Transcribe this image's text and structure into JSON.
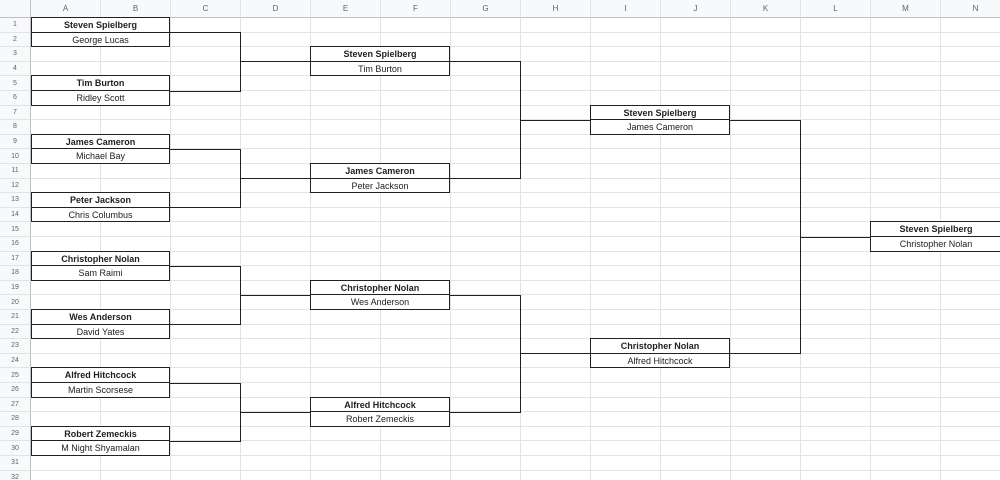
{
  "columns": [
    "A",
    "B",
    "C",
    "D",
    "E",
    "F",
    "G",
    "H",
    "I",
    "J",
    "K",
    "L",
    "M",
    "N"
  ],
  "rows": [
    "1",
    "2",
    "3",
    "4",
    "5",
    "6",
    "7",
    "8",
    "9",
    "10",
    "11",
    "12",
    "13",
    "14",
    "15",
    "16",
    "17",
    "18",
    "19",
    "20",
    "21",
    "22",
    "23",
    "24",
    "25",
    "26",
    "27",
    "28",
    "29",
    "30",
    "31",
    "32"
  ],
  "bracket": {
    "round1": [
      {
        "winner": "Steven Spielberg",
        "loser": "George Lucas"
      },
      {
        "winner": "Tim Burton",
        "loser": "Ridley Scott"
      },
      {
        "winner": "James Cameron",
        "loser": "Michael Bay"
      },
      {
        "winner": "Peter Jackson",
        "loser": "Chris Columbus"
      },
      {
        "winner": "Christopher Nolan",
        "loser": "Sam Raimi"
      },
      {
        "winner": "Wes Anderson",
        "loser": "David Yates"
      },
      {
        "winner": "Alfred Hitchcock",
        "loser": "Martin Scorsese"
      },
      {
        "winner": "Robert Zemeckis",
        "loser": "M Night Shyamalan"
      }
    ],
    "round2": [
      {
        "winner": "Steven Spielberg",
        "loser": "Tim Burton"
      },
      {
        "winner": "James Cameron",
        "loser": "Peter Jackson"
      },
      {
        "winner": "Christopher Nolan",
        "loser": "Wes Anderson"
      },
      {
        "winner": "Alfred Hitchcock",
        "loser": "Robert Zemeckis"
      }
    ],
    "round3": [
      {
        "winner": "Steven Spielberg",
        "loser": "James Cameron"
      },
      {
        "winner": "Christopher Nolan",
        "loser": "Alfred Hitchcock"
      }
    ],
    "final": [
      {
        "winner": "Steven Spielberg",
        "loser": "Christopher Nolan"
      }
    ]
  }
}
